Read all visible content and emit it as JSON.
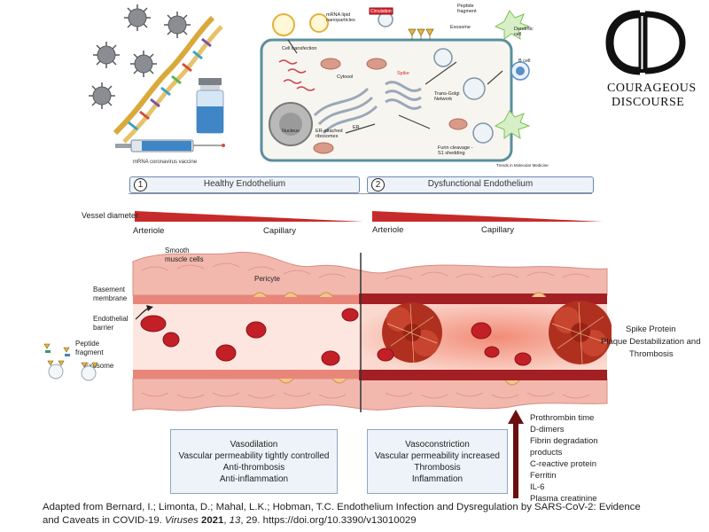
{
  "vaccine_panel": {
    "caption": "mRNA coronavirus vaccine"
  },
  "cell_panel": {
    "labels": {
      "mrna_lipid": "mRNA lipid\nnanoparticles",
      "cell_transfection": "Cell transfection",
      "circulation": "Circulation",
      "peptide_fragment": "Peptide\nfragment",
      "exosome": "Exosome",
      "dendritic_cell": "Dendritic\ncell",
      "b_cell": "B cell",
      "cytosol": "Cytosol",
      "spike": "Spike",
      "nucleus": "Nucleus",
      "er_ribosomes": "ER-attached\nribosomes",
      "er": "ER",
      "trans_golgi": "Trans-Golgi\nNetwork",
      "furin": "Furin cleavage -\nS1 shedding",
      "source": "Trends in Molecular Medicine"
    }
  },
  "logo": {
    "word1": "COURAGEOUS",
    "word2": "DISCOURSE"
  },
  "phases": [
    {
      "number": "1",
      "label": "Healthy Endothelium"
    },
    {
      "number": "2",
      "label": "Dysfunctional Endothelium"
    }
  ],
  "vessel": {
    "vessel_diameter": "Vessel diameter",
    "arteriole": "Arteriole",
    "capillary": "Capillary",
    "arteriole_2": "Arteriole",
    "capillary_2": "Capillary",
    "smooth_muscle": "Smooth\nmuscle cells",
    "pericyte": "Pericyte",
    "basement_membrane": "Basement\nmembrane",
    "endothelial_barrier": "Endothelial\nbarrier",
    "peptide_fragment": "Peptide\nfragment",
    "exosome": "Exosome"
  },
  "annotation": {
    "line1": "Spike Protein",
    "line2": "Plaque Destabilization and",
    "line3": "Thrombosis"
  },
  "healthy_box": [
    "Vasodilation",
    "Vascular permeability tightly controlled",
    "Anti-thrombosis",
    "Anti-inflammation"
  ],
  "dysfunctional_box": [
    "Vasoconstriction",
    "Vascular permeability increased",
    "Thrombosis",
    "Inflammation"
  ],
  "markers": [
    "Prothrombin time",
    "D-dimers",
    "Fibrin degradation",
    "products",
    "C-reactive protein",
    "Ferritin",
    "IL-6",
    "Plasma creatinine"
  ],
  "citation": {
    "line1": "Adapted from Bernard, I.; Limonta, D.; Mahal, L.K.; Hobman, T.C. Endothelium Infection and Dysregulation by SARS-CoV-2: Evidence",
    "line2_prefix": "and Caveats in COVID-19. ",
    "journal": "Viruses",
    "year": "2021",
    "volume": "13",
    "line2_suffix": ", 29. https://doi.org/10.3390/v13010029"
  },
  "colors": {
    "vessel_wall": "#e79a8e",
    "blood_cell": "#c21f26",
    "clot": "#b0301f",
    "arrow": "#6a1010",
    "info_box_bg": "#eef3f9",
    "phase_box_bg": "#eef3fa"
  }
}
